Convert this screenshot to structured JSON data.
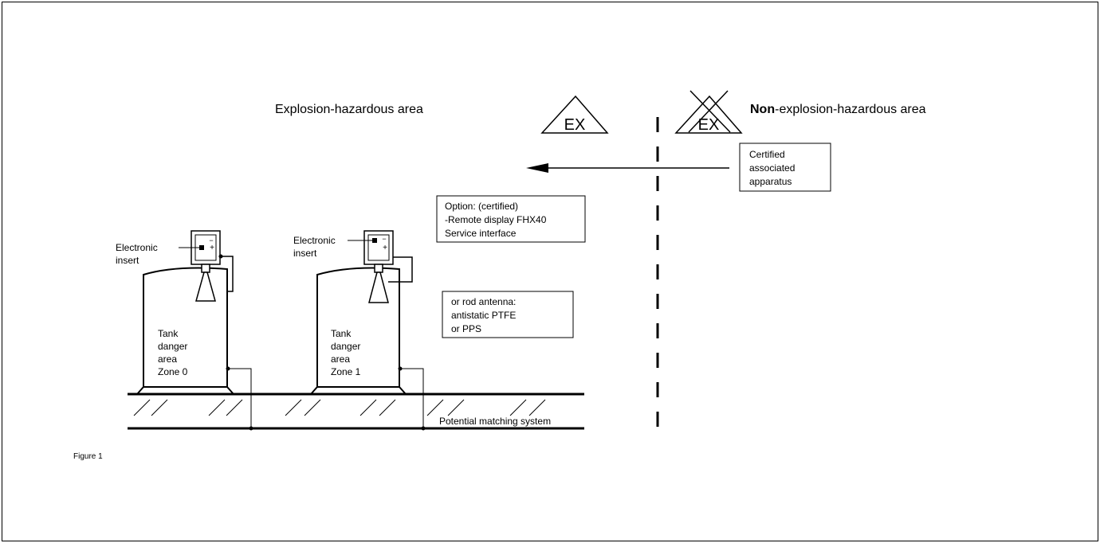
{
  "area_titles": {
    "hazardous": "Explosion-hazardous area",
    "non_hazardous_bold": "Non",
    "non_hazardous_rest": "-explosion-hazardous area"
  },
  "ex_symbol": "EX",
  "certified_box": [
    "Certified",
    "associated",
    "apparatus"
  ],
  "option_box": [
    "Option: (certified)",
    "-Remote display FHX40",
    "Service interface"
  ],
  "rod_box": [
    "or rod antenna:",
    "antistatic PTFE",
    "or PPS"
  ],
  "tank1": {
    "insert_label": [
      "Electronic",
      "insert"
    ],
    "body_label": [
      "Tank",
      "danger",
      "area",
      "Zone 0"
    ]
  },
  "tank2": {
    "insert_label": [
      "Electronic",
      "insert"
    ],
    "body_label": [
      "Tank",
      "danger",
      "area",
      "Zone 1"
    ]
  },
  "ground_label": "Potential matching system",
  "figure_caption": "Figure 1",
  "colors": {
    "ink": "#000000",
    "background": "#ffffff"
  }
}
